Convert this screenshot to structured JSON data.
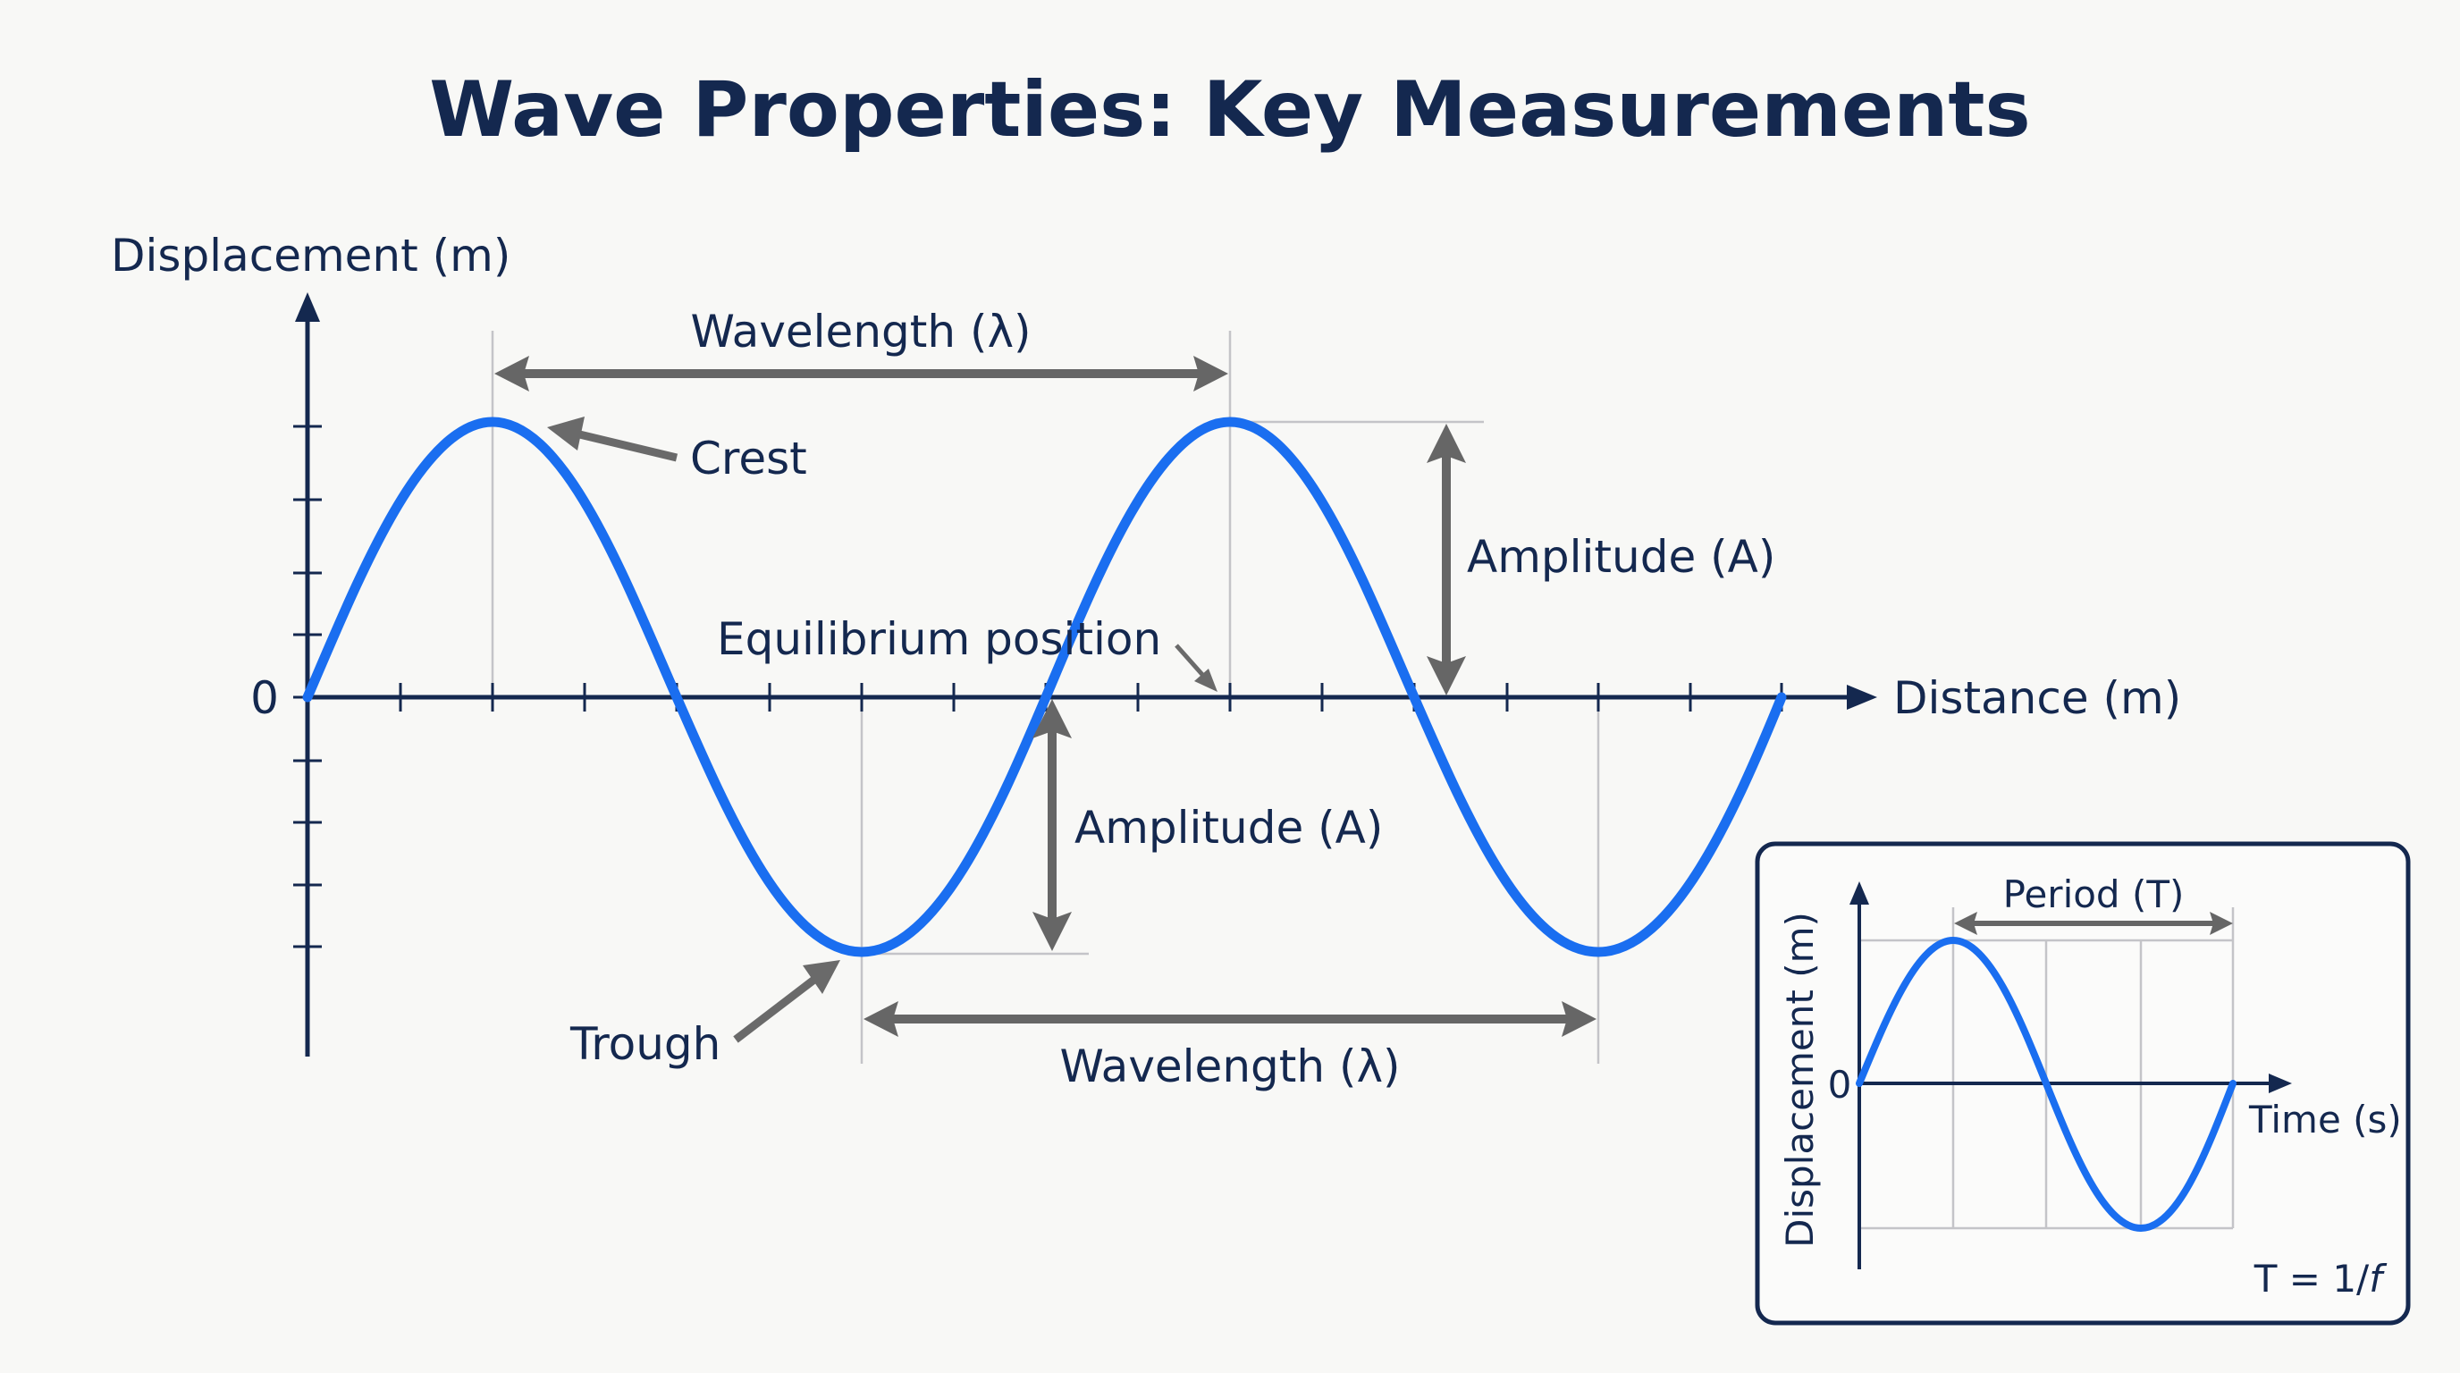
{
  "title": "Wave Properties: Key Measurements",
  "colors": {
    "background": "#f8f8f6",
    "text": "#14284f",
    "axis": "#14284f",
    "wave": "#1a6ef0",
    "measurement_arrow": "#666666",
    "gridline": "#c4c4c8"
  },
  "main_graph": {
    "y_axis_label": "Displacement (m)",
    "x_axis_label": "Distance (m)",
    "origin_label": "0",
    "labels": {
      "wavelength_top": "Wavelength (λ)",
      "crest": "Crest",
      "amplitude_top": "Amplitude (A)",
      "equilibrium": "Equilibrium position",
      "amplitude_bottom": "Amplitude (A)",
      "trough": "Trough",
      "wavelength_bottom": "Wavelength (λ)"
    }
  },
  "inset_graph": {
    "y_axis_label": "Displacement (m)",
    "x_axis_label": "Time (s)",
    "origin_label": "0",
    "period_label": "Period (T)",
    "formula": "T = 1/f",
    "formula_parts": {
      "lhs": "T = 1/",
      "var": "f"
    }
  },
  "chart_data": [
    {
      "type": "line",
      "title": "Wave Properties: Key Measurements",
      "xlabel": "Distance (m)",
      "ylabel": "Displacement (m)",
      "function": "sine",
      "cycles": 2,
      "x_units": "wavelengths",
      "x": [
        0,
        0.25,
        0.5,
        0.75,
        1.0,
        1.25,
        1.5,
        1.75,
        2.0
      ],
      "y": [
        0,
        1,
        0,
        -1,
        0,
        1,
        0,
        -1,
        0
      ],
      "ylim": [
        -1.4,
        1.6
      ],
      "x_ticks_per_wavelength": 8,
      "y_ticks": 8,
      "annotations": [
        "Wavelength (λ)",
        "Crest",
        "Amplitude (A)",
        "Equilibrium position",
        "Amplitude (A)",
        "Trough",
        "Wavelength (λ)"
      ],
      "grid": false
    },
    {
      "type": "line",
      "title": "Inset: Displacement vs Time",
      "xlabel": "Time (s)",
      "ylabel": "Displacement (m)",
      "function": "sine",
      "cycles": 1,
      "x_units": "periods",
      "x": [
        0,
        0.25,
        0.5,
        0.75,
        1.0
      ],
      "y": [
        0,
        1,
        0,
        -1,
        0
      ],
      "annotations": [
        "Period (T)",
        "T = 1/f"
      ],
      "grid": true
    }
  ]
}
